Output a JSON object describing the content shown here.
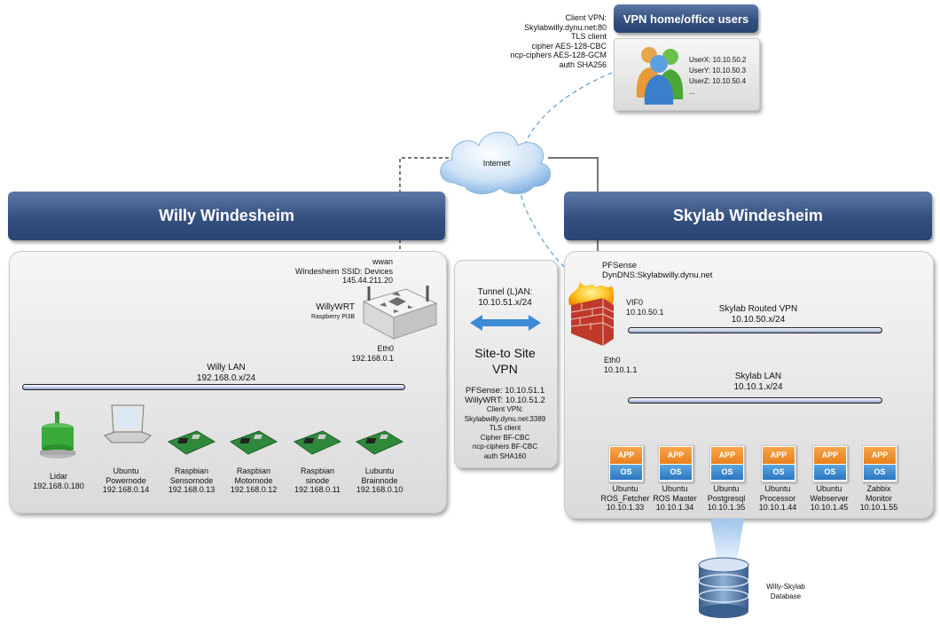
{
  "vpn_users": {
    "title": "VPN home/office users",
    "client_config": [
      "Client VPN:",
      "Skylabwilly.dynu.net:80",
      "TLS client",
      "cipher AES-128-CBC",
      "ncp-ciphers AES-128-GCM",
      "auth SHA256"
    ],
    "users": [
      "UserX: 10.10.50.2",
      "UserY: 10.10.50.3",
      "UserZ: 10.10.50.4",
      "..."
    ]
  },
  "internet": {
    "label": "Internet"
  },
  "willy": {
    "title": "Willy Windesheim",
    "wwan": [
      "wwan",
      "Windesheim SSID: Devices",
      "145.44.211.20"
    ],
    "router_name": "WillyWRT",
    "router_sub": "Raspberry Pi3B",
    "eth0": [
      "Eth0",
      "192.168.0.1"
    ],
    "lan_name": "Willy LAN",
    "lan_subnet": "192.168.0.x/24",
    "devices": [
      {
        "lines": [
          "Lidar",
          "192.168.0.180"
        ]
      },
      {
        "lines": [
          "Ubuntu",
          "Powernode",
          "192.168.0.14"
        ]
      },
      {
        "lines": [
          "Raspbian",
          "Sensornode",
          "192.168.0.13"
        ]
      },
      {
        "lines": [
          "Raspbian",
          "Motornode",
          "192.168.0.12"
        ]
      },
      {
        "lines": [
          "Raspbian",
          "sinode",
          "192.168.0.11"
        ]
      },
      {
        "lines": [
          "Lubuntu",
          "Brainnode",
          "192.168.0.10"
        ]
      }
    ]
  },
  "tunnel": {
    "label": "Tunnel (L)AN:",
    "subnet": "10.10.51.x/24",
    "title_line1": "Site-to Site",
    "title_line2": "VPN",
    "details": [
      "PFSense: 10.10.51.1",
      "WillyWRT: 10.10.51.2",
      "Client VPN:",
      "Skylabwilly.dynu.net:3389",
      "TLS client",
      "Cipher BF-CBC",
      "ncp-ciphers BF-CBC",
      "auth SHA160"
    ]
  },
  "skylab": {
    "title": "Skylab Windesheim",
    "pfsense": [
      "PFSense",
      "DynDNS:Skylabwilly.dynu.net"
    ],
    "vif0": [
      "VIF0",
      "10.10.50.1"
    ],
    "eth0": [
      "Eth0",
      "10.10.1.1"
    ],
    "routed_vpn_name": "Skylab Routed VPN",
    "routed_vpn_subnet": "10.10.50.x/24",
    "lan_name": "Skylab LAN",
    "lan_subnet": "10.10.1.x/24",
    "app_top": "APP",
    "app_bottom": "OS",
    "servers": [
      {
        "lines": [
          "Ubuntu",
          "ROS_Fetcher",
          "10.10.1.33"
        ]
      },
      {
        "lines": [
          "Ubuntu",
          "ROS Master",
          "10.10.1.34"
        ]
      },
      {
        "lines": [
          "Ubuntu",
          "Postgresql",
          "10.10.1.35"
        ]
      },
      {
        "lines": [
          "Ubuntu",
          "Processor",
          "10.10.1.44"
        ]
      },
      {
        "lines": [
          "Ubuntu",
          "Webserver",
          "10.10.1.45"
        ]
      },
      {
        "lines": [
          "Zabbix",
          "Monitor",
          "10.10.1.55"
        ]
      }
    ],
    "database": [
      "Willy-Skylab",
      "Database"
    ]
  }
}
